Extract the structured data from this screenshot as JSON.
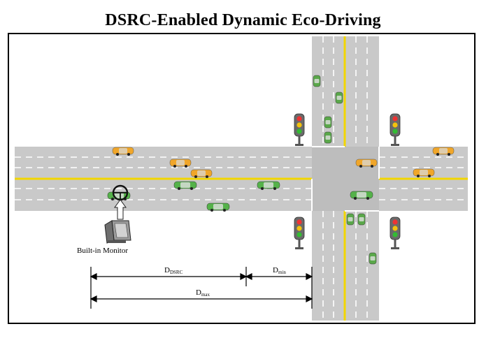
{
  "title": "DSRC-Enabled Dynamic Eco-Driving",
  "labels": {
    "monitor": "Built-in Monitor",
    "d_dsrc": {
      "main": "D",
      "sub": "DSRC"
    },
    "d_min": {
      "main": "D",
      "sub": "min"
    },
    "d_max": {
      "main": "D",
      "sub": "max"
    }
  },
  "colors": {
    "road": "#c8c8c8",
    "lane_line": "#ffffff",
    "center_line": "#f2d600",
    "car_yellow": "#f4a020",
    "car_green": "#4caf50",
    "signal_body": "#6a6a6a"
  },
  "icons": [
    "traffic-light-icon",
    "car-icon",
    "monitor-icon",
    "steering-wheel-icon"
  ]
}
